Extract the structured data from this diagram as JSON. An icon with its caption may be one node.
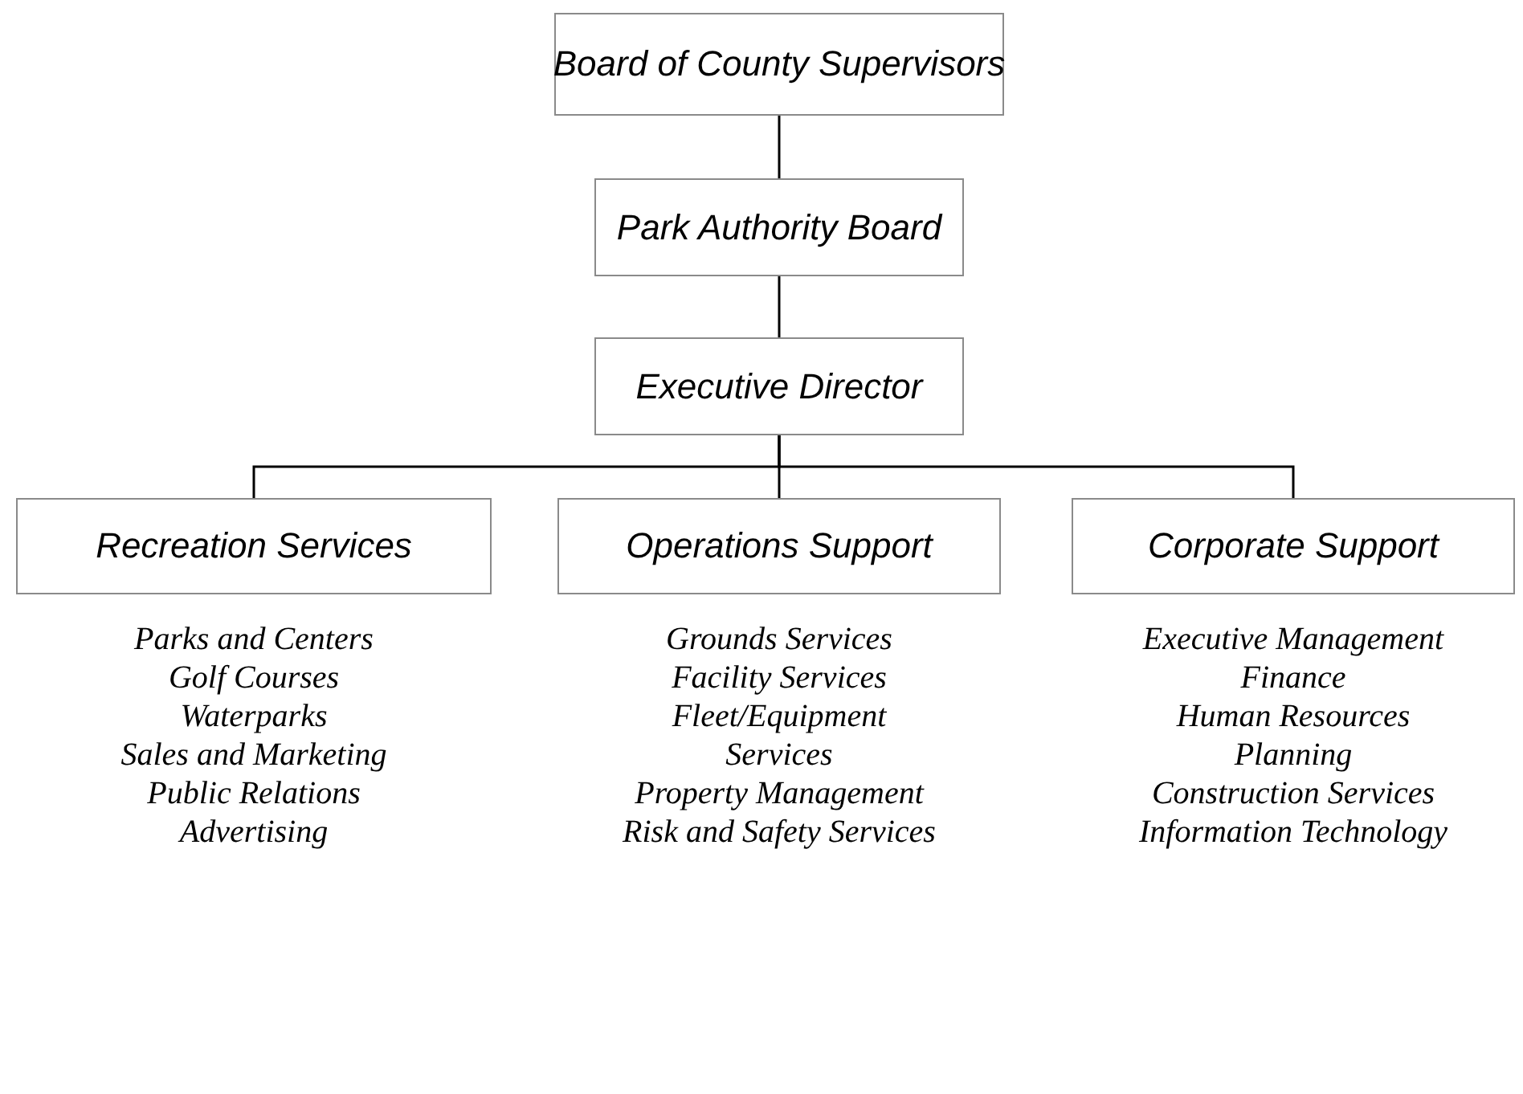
{
  "diagram": {
    "nodes": [
      {
        "text": [
          "Board of County Supervisors"
        ]
      },
      {
        "text": [
          "Park Authority Board"
        ]
      },
      {
        "text": [
          "Executive Director"
        ]
      },
      {
        "text": [
          "Recreation Services"
        ],
        "beside": [
          "Parks and Centers",
          "Golf Courses",
          "Waterparks",
          "Sales and Marketing",
          "Public Relations",
          "Advertising"
        ]
      },
      {
        "text": [
          "Operations Support"
        ],
        "beside": [
          "Grounds Services",
          "Facility Services",
          "Fleet/Equipment Services",
          "Property Management",
          "Risk and Safety Services"
        ]
      },
      {
        "text": [
          "Corporate Support"
        ],
        "beside": [
          "Executive Management",
          "Finance",
          "Human Resources",
          "Planning",
          "Construction Services",
          "Information Technology"
        ]
      }
    ],
    "edges": [
      {
        "from": 0,
        "to": 1,
        "arrow": "none"
      },
      {
        "from": 1,
        "to": 2,
        "arrow": "none"
      },
      {
        "from": 2,
        "to": 3,
        "arrow": "none"
      },
      {
        "from": 2,
        "to": 4,
        "arrow": "none"
      },
      {
        "from": 2,
        "to": 5,
        "arrow": "none"
      }
    ]
  }
}
